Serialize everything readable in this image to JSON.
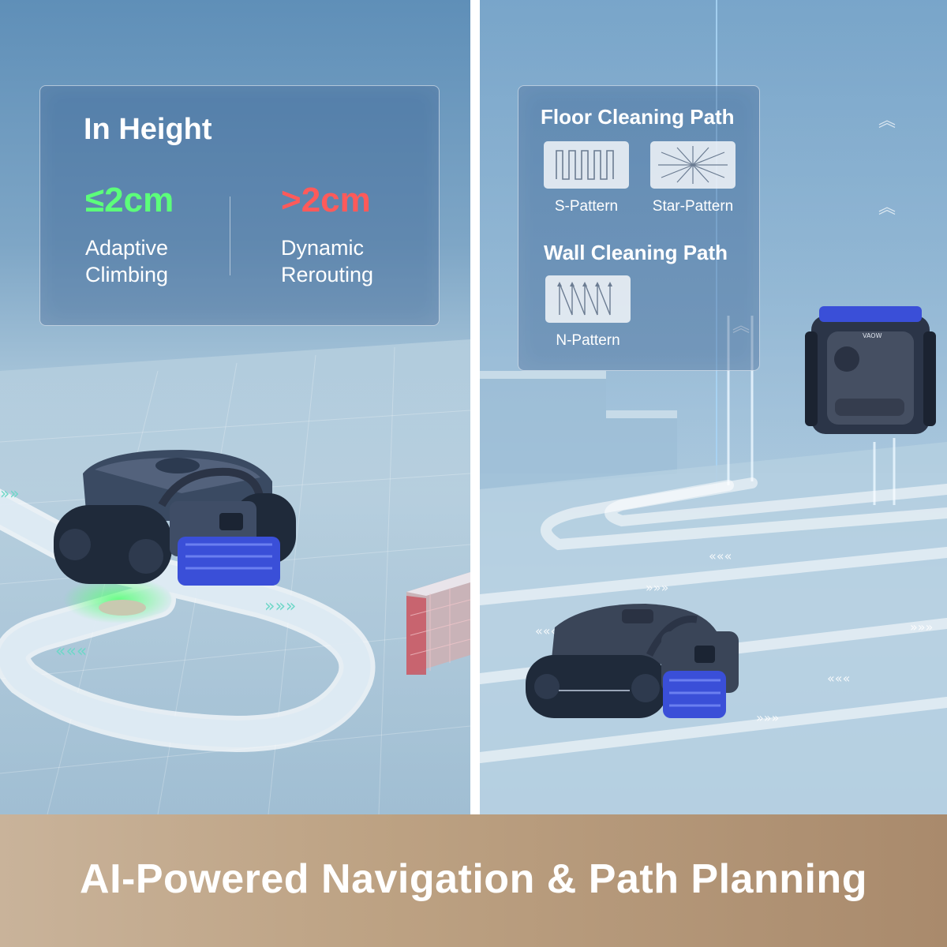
{
  "left_panel": {
    "card_title": "In Height",
    "metrics": [
      {
        "value": "≤2cm",
        "label_line1": "Adaptive",
        "label_line2": "Climbing",
        "color": "#5cff7a"
      },
      {
        "value": ">2cm",
        "label_line1": "Dynamic",
        "label_line2": "Rerouting",
        "color": "#ff5a5a"
      }
    ]
  },
  "right_panel": {
    "floor_heading": "Floor Cleaning Path",
    "floor_patterns": [
      {
        "label": "S-Pattern",
        "icon": "s-pattern-icon"
      },
      {
        "label": "Star-Pattern",
        "icon": "star-pattern-icon"
      }
    ],
    "wall_heading": "Wall Cleaning Path",
    "wall_patterns": [
      {
        "label": "N-Pattern",
        "icon": "n-pattern-icon"
      }
    ],
    "robot_brand": "VAOW"
  },
  "banner": {
    "text": "AI-Powered Navigation & Path Planning"
  },
  "colors": {
    "banner_gold": "#bda283",
    "accent_green": "#5cff7a",
    "accent_red": "#ff5a5a",
    "brush_blue": "#3a4fd8"
  }
}
